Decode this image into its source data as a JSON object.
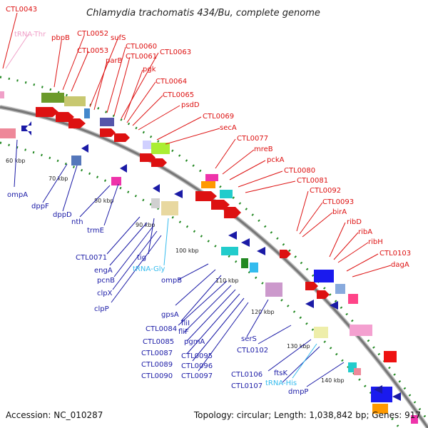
{
  "title": "Chlamydia trachomatis 434/Bu, complete genome",
  "footer": {
    "accession": "Accession: NC_010287",
    "summary": "Topology: circular; Length: 1,038,842 bp; Genes: 917"
  },
  "colors": {
    "forward": "#dd1111",
    "reverse": "#1a1aa6",
    "trna_forward": "#f0a0c8",
    "trna_reverse": "#33bbee",
    "backbone": "#888888",
    "dots": "#228822"
  },
  "kbp_labels": [
    "60 kbp",
    "70 kbp",
    "80 kbp",
    "90 kbp",
    "100 kbp",
    "110 kbp",
    "120 kbp",
    "130 kbp",
    "140 kbp"
  ],
  "forward_labels": [
    "CTL0043",
    "tRNA-Thr",
    "pbpB",
    "CTL0052",
    "CTL0053",
    "sufS",
    "parB",
    "CTL0060",
    "CTL0061",
    "CTL0063",
    "pgk",
    "CTL0064",
    "CTL0065",
    "psdD",
    "CTL0069",
    "secA",
    "CTL0077",
    "mreB",
    "pckA",
    "CTL0080",
    "CTL0081",
    "CTL0092",
    "CTL0093",
    "birA",
    "ribD",
    "ribA",
    "ribH",
    "CTL0103",
    "dagA"
  ],
  "reverse_labels": [
    "ompA",
    "dppF",
    "dppD",
    "nth",
    "trmE",
    "CTL0071",
    "engA",
    "tig",
    "pcnB",
    "tRNA-Gly",
    "clpX",
    "ompB",
    "clpP",
    "gpsA",
    "fliI",
    "CTL0084",
    "fliF",
    "CTL0085",
    "pgmA",
    "CTL0087",
    "CTL0095",
    "CTL0089",
    "CTL0096",
    "CTL0090",
    "CTL0097",
    "serS",
    "CTL0102",
    "CTL0106",
    "ftsK",
    "CTL0107",
    "tRNA-His",
    "dmpP"
  ]
}
